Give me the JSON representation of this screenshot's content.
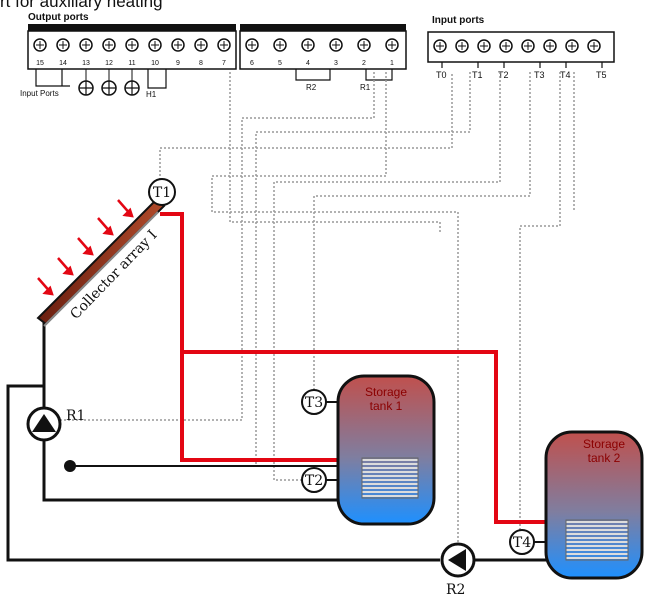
{
  "caption": "rt for auxiliary heating",
  "output_ports": {
    "title": "Output ports",
    "labels_left": [
      "15",
      "14",
      "13",
      "12",
      "11",
      "10",
      "9",
      "8",
      "7"
    ],
    "labels_right": [
      "6",
      "5",
      "4",
      "3",
      "2",
      "1"
    ],
    "input_ports_label": "Input Ports",
    "h1_label": "H1",
    "r2_label": "R2",
    "r1_label": "R1"
  },
  "input_ports": {
    "title": "Input ports",
    "sensors": [
      "T0",
      "T1",
      "T2",
      "T3",
      "T4",
      "T5"
    ]
  },
  "collector": {
    "label": "Collector array I"
  },
  "sensors": {
    "t1": "T1",
    "t2": "T2",
    "t3": "T3",
    "t4": "T4"
  },
  "pumps": {
    "r1": "R1",
    "r2": "R2"
  },
  "tanks": {
    "tank1": {
      "line1": "Storage",
      "line2": "tank 1"
    },
    "tank2": {
      "line1": "Storage",
      "line2": "tank 2"
    }
  },
  "colors": {
    "hot_pipe": "#e30613",
    "cold_pipe": "#111111",
    "signal_wire": "#999999",
    "tank_top": "#c0504d",
    "tank_bottom": "#1e90ff"
  }
}
